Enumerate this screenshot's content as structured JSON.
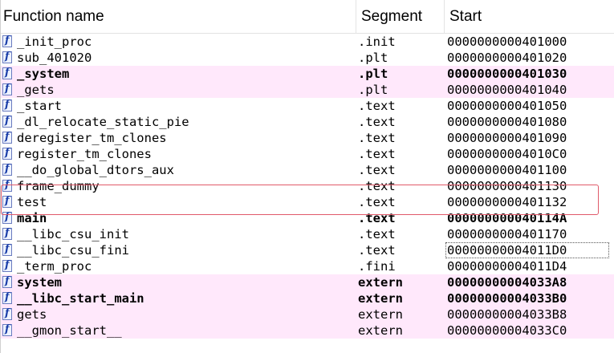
{
  "columns": {
    "name": "Function name",
    "segment": "Segment",
    "start": "Start"
  },
  "rows": [
    {
      "name": "_init_proc",
      "segment": ".init",
      "start": "0000000000401000",
      "highlighted": false,
      "bold": false
    },
    {
      "name": "sub_401020",
      "segment": ".plt",
      "start": "0000000000401020",
      "highlighted": false,
      "bold": false
    },
    {
      "name": "_system",
      "segment": ".plt",
      "start": "0000000000401030",
      "highlighted": true,
      "bold": true
    },
    {
      "name": "_gets",
      "segment": ".plt",
      "start": "0000000000401040",
      "highlighted": true,
      "bold": false
    },
    {
      "name": "_start",
      "segment": ".text",
      "start": "0000000000401050",
      "highlighted": false,
      "bold": false
    },
    {
      "name": "_dl_relocate_static_pie",
      "segment": ".text",
      "start": "0000000000401080",
      "highlighted": false,
      "bold": false
    },
    {
      "name": "deregister_tm_clones",
      "segment": ".text",
      "start": "0000000000401090",
      "highlighted": false,
      "bold": false
    },
    {
      "name": "register_tm_clones",
      "segment": ".text",
      "start": "00000000004010C0",
      "highlighted": false,
      "bold": false
    },
    {
      "name": "__do_global_dtors_aux",
      "segment": ".text",
      "start": "0000000000401100",
      "highlighted": false,
      "bold": false
    },
    {
      "name": "frame_dummy",
      "segment": ".text",
      "start": "0000000000401130",
      "highlighted": false,
      "bold": false
    },
    {
      "name": "test",
      "segment": ".text",
      "start": "0000000000401132",
      "highlighted": false,
      "bold": false
    },
    {
      "name": "main",
      "segment": ".text",
      "start": "000000000040114A",
      "highlighted": false,
      "bold": true
    },
    {
      "name": "__libc_csu_init",
      "segment": ".text",
      "start": "0000000000401170",
      "highlighted": false,
      "bold": false
    },
    {
      "name": "__libc_csu_fini",
      "segment": ".text",
      "start": "00000000004011D0",
      "highlighted": false,
      "bold": false,
      "focused": true
    },
    {
      "name": "_term_proc",
      "segment": ".fini",
      "start": "00000000004011D4",
      "highlighted": false,
      "bold": false
    },
    {
      "name": "system",
      "segment": "extern",
      "start": "00000000004033A8",
      "highlighted": true,
      "bold": true
    },
    {
      "name": "__libc_start_main",
      "segment": "extern",
      "start": "00000000004033B0",
      "highlighted": true,
      "bold": true
    },
    {
      "name": "gets",
      "segment": "extern",
      "start": "00000000004033B8",
      "highlighted": true,
      "bold": false
    },
    {
      "name": "__gmon_start__",
      "segment": "extern",
      "start": "00000000004033C0",
      "highlighted": true,
      "bold": false
    }
  ],
  "icon": "function-icon",
  "colors": {
    "highlight_row": "#ffe8fb",
    "annotation_border": "#e05a6a",
    "icon_glyph": "#1a3ea8"
  }
}
